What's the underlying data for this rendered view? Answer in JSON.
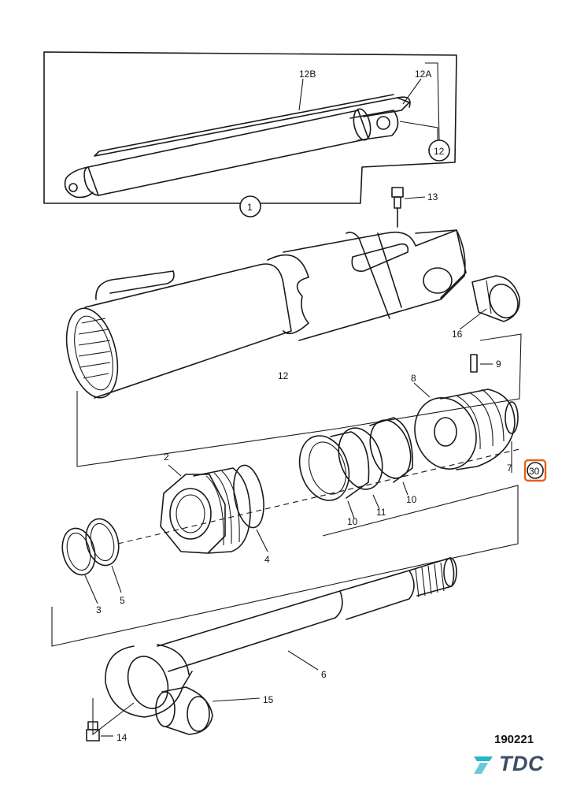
{
  "labels": {
    "l1": "1",
    "l2": "2",
    "l3": "3",
    "l4": "4",
    "l5": "5",
    "l6": "6",
    "l7": "7",
    "l8": "8",
    "l9": "9",
    "l10a": "10",
    "l10b": "10",
    "l11": "11",
    "l12": "12",
    "l12c": "12",
    "l12a": "12A",
    "l12b": "12B",
    "l13": "13",
    "l14": "14",
    "l15": "15",
    "l16": "16",
    "l30": "30"
  },
  "diagram_code": "190221",
  "brand": {
    "name": "TDC"
  },
  "colors": {
    "highlight": "#e8601c",
    "brand": "#3b4e64",
    "brand_accent": "#2bb5c8"
  }
}
